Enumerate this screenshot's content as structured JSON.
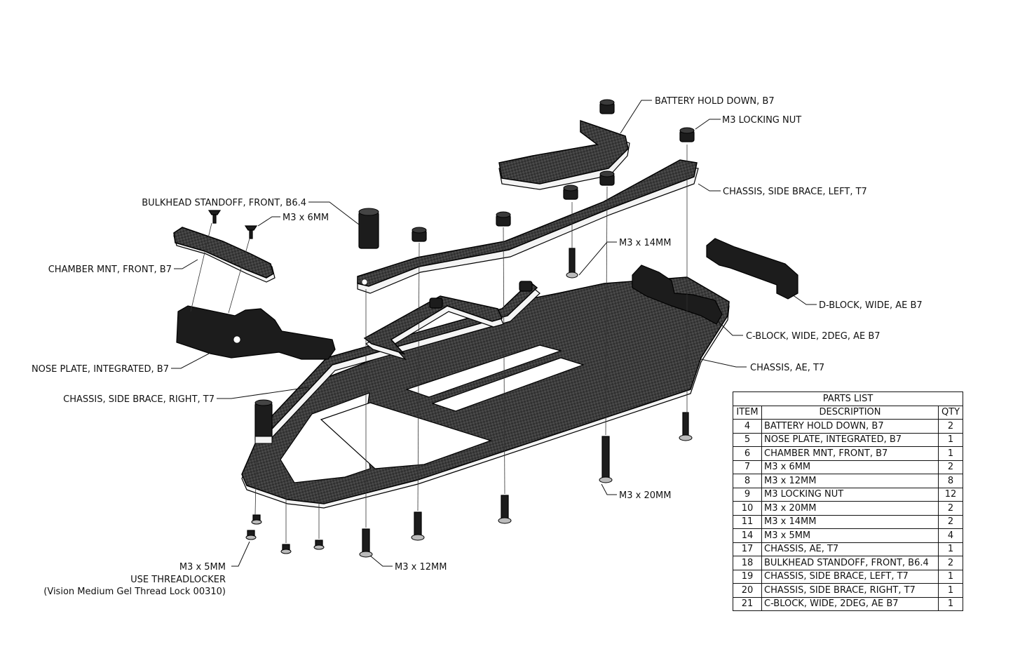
{
  "callouts": {
    "battery_hold_down": "BATTERY HOLD DOWN, B7",
    "m3_locking_nut": "M3 LOCKING NUT",
    "side_brace_left": "CHASSIS, SIDE BRACE, LEFT, T7",
    "bulkhead_standoff": "BULKHEAD STANDOFF, FRONT, B6.4",
    "m3x6": "M3 x 6MM",
    "m3x14": "M3 x 14MM",
    "chamber_mnt": "CHAMBER MNT, FRONT, B7",
    "d_block": "D-BLOCK, WIDE, AE B7",
    "c_block": "C-BLOCK, WIDE, 2DEG, AE B7",
    "chassis_ae": "CHASSIS, AE, T7",
    "nose_plate": "NOSE PLATE, INTEGRATED, B7",
    "side_brace_right": "CHASSIS, SIDE BRACE, RIGHT, T7",
    "m3x20": "M3 x 20MM",
    "m3x5": "M3 x 5MM",
    "threadlocker": "USE THREADLOCKER",
    "threadlock_product": "(Vision Medium Gel Thread Lock 00310)",
    "m3x12": "M3 x 12MM"
  },
  "parts_list": {
    "title": "PARTS LIST",
    "headers": {
      "item": "ITEM",
      "description": "DESCRIPTION",
      "qty": "QTY"
    },
    "rows": [
      {
        "item": "4",
        "description": "BATTERY HOLD DOWN, B7",
        "qty": "2"
      },
      {
        "item": "5",
        "description": "NOSE PLATE, INTEGRATED, B7",
        "qty": "1"
      },
      {
        "item": "6",
        "description": "CHAMBER MNT, FRONT, B7",
        "qty": "1"
      },
      {
        "item": "7",
        "description": "M3 x 6MM",
        "qty": "2"
      },
      {
        "item": "8",
        "description": "M3 x 12MM",
        "qty": "8"
      },
      {
        "item": "9",
        "description": "M3 LOCKING NUT",
        "qty": "12"
      },
      {
        "item": "10",
        "description": "M3 x 20MM",
        "qty": "2"
      },
      {
        "item": "11",
        "description": "M3 x 14MM",
        "qty": "2"
      },
      {
        "item": "14",
        "description": "M3 x 5MM",
        "qty": "4"
      },
      {
        "item": "17",
        "description": "CHASSIS, AE, T7",
        "qty": "1"
      },
      {
        "item": "18",
        "description": "BULKHEAD STANDOFF, FRONT, B6.4",
        "qty": "2"
      },
      {
        "item": "19",
        "description": "CHASSIS, SIDE BRACE, LEFT, T7",
        "qty": "1"
      },
      {
        "item": "20",
        "description": "CHASSIS, SIDE BRACE, RIGHT, T7",
        "qty": "1"
      },
      {
        "item": "21",
        "description": "C-BLOCK, WIDE, 2DEG, AE B7",
        "qty": "1"
      }
    ]
  }
}
